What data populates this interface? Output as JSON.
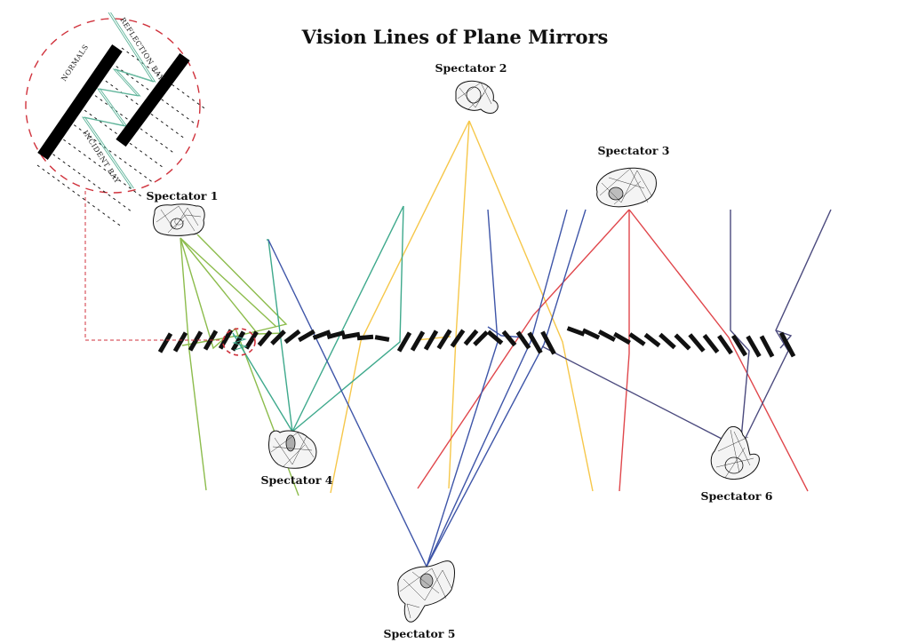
{
  "title": "Vision Lines of Plane Mirrors",
  "inset": {
    "labels": {
      "normals": "NORMALS",
      "reflection_ray": "REFLECTION RAY",
      "incident_ray": "INCIDENT RAY"
    },
    "callout_color": "#d0323c",
    "ray_color": "#5fb49a"
  },
  "spectators": [
    {
      "id": 1,
      "label": "Spectator 1",
      "color": "#8cbc4c"
    },
    {
      "id": 2,
      "label": "Spectator 2",
      "color": "#f6c74a"
    },
    {
      "id": 3,
      "label": "Spectator 3",
      "color": "#e0474c"
    },
    {
      "id": 4,
      "label": "Spectator 4",
      "color": "#3ea98c"
    },
    {
      "id": 5,
      "label": "Spectator 5",
      "color": "#3e55a8"
    },
    {
      "id": 6,
      "label": "Spectator 6",
      "color": "#4b4a7e"
    }
  ],
  "mirror_count": 48
}
